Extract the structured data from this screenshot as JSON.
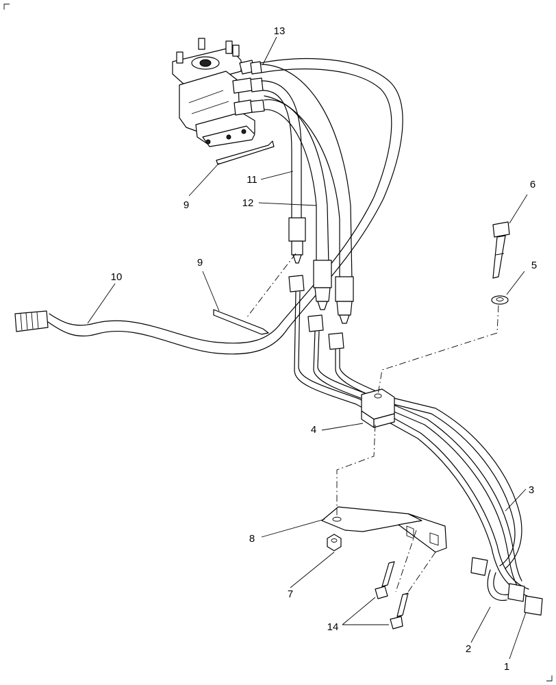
{
  "callouts": {
    "c1": "1",
    "c2": "2",
    "c3": "3",
    "c4": "4",
    "c5": "5",
    "c6": "6",
    "c7": "7",
    "c8": "8",
    "c9a": "9",
    "c9b": "9",
    "c10": "10",
    "c11": "11",
    "c12": "12",
    "c13": "13",
    "c14": "14"
  }
}
